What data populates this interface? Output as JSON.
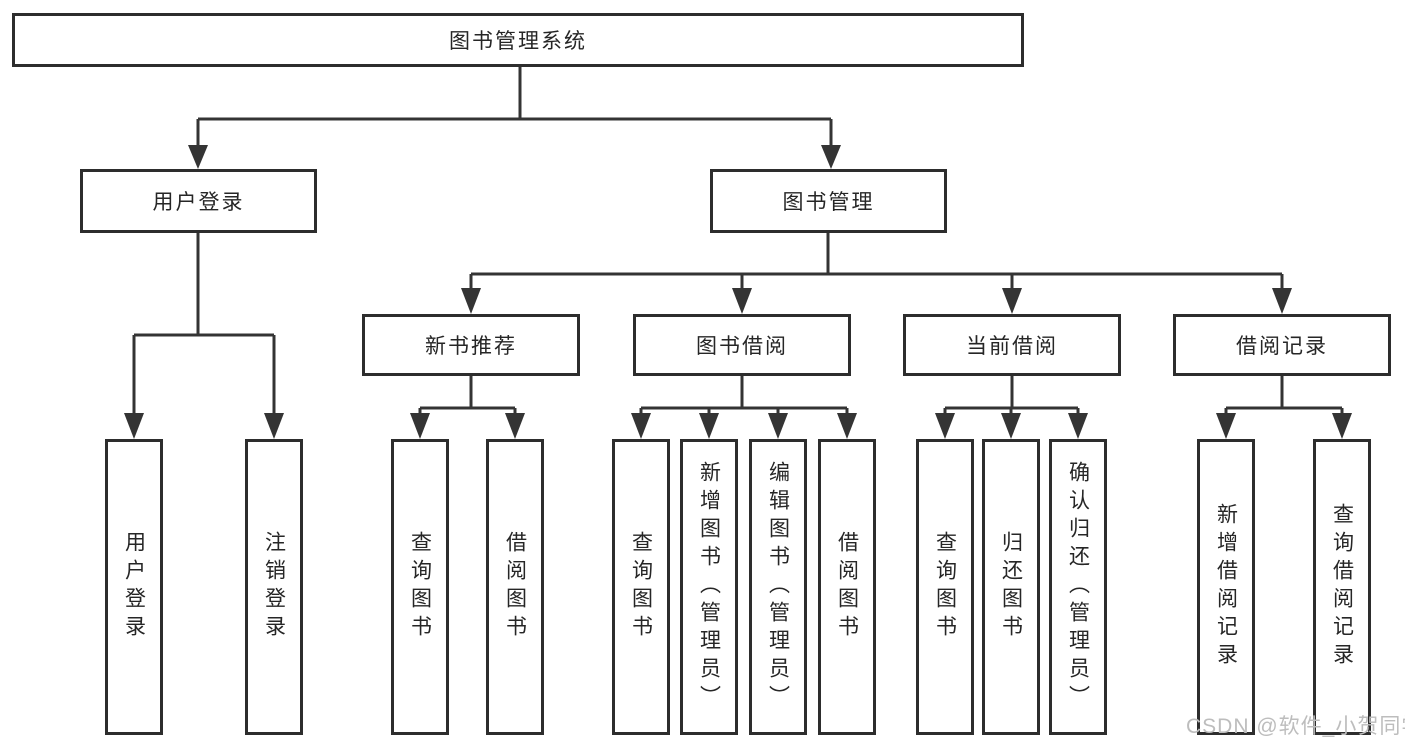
{
  "diagram": {
    "title": "图书管理系统",
    "colors": {
      "line": "#343434",
      "box_border": "#2d2d2d",
      "box_fill": "#ffffff",
      "text": "#262626",
      "watermark": "#bdbdbd"
    },
    "tree": {
      "root": {
        "label": "图书管理系统"
      },
      "branches": [
        {
          "label": "用户登录",
          "children": [
            {
              "label": "用户登录"
            },
            {
              "label": "注销登录"
            }
          ]
        },
        {
          "label": "图书管理",
          "children": [
            {
              "label": "新书推荐",
              "children": [
                {
                  "label": "查询图书"
                },
                {
                  "label": "借阅图书"
                }
              ]
            },
            {
              "label": "图书借阅",
              "children": [
                {
                  "label": "查询图书"
                },
                {
                  "label": "新增图书（管理员）"
                },
                {
                  "label": "编辑图书（管理员）"
                },
                {
                  "label": "借阅图书"
                }
              ]
            },
            {
              "label": "当前借阅",
              "children": [
                {
                  "label": "查询图书"
                },
                {
                  "label": "归还图书"
                },
                {
                  "label": "确认归还（管理员）"
                }
              ]
            },
            {
              "label": "借阅记录",
              "children": [
                {
                  "label": "新增借阅记录"
                },
                {
                  "label": "查询借阅记录"
                }
              ]
            }
          ]
        }
      ]
    }
  },
  "watermark": {
    "text": "CSDN @软件_小贺同学"
  }
}
